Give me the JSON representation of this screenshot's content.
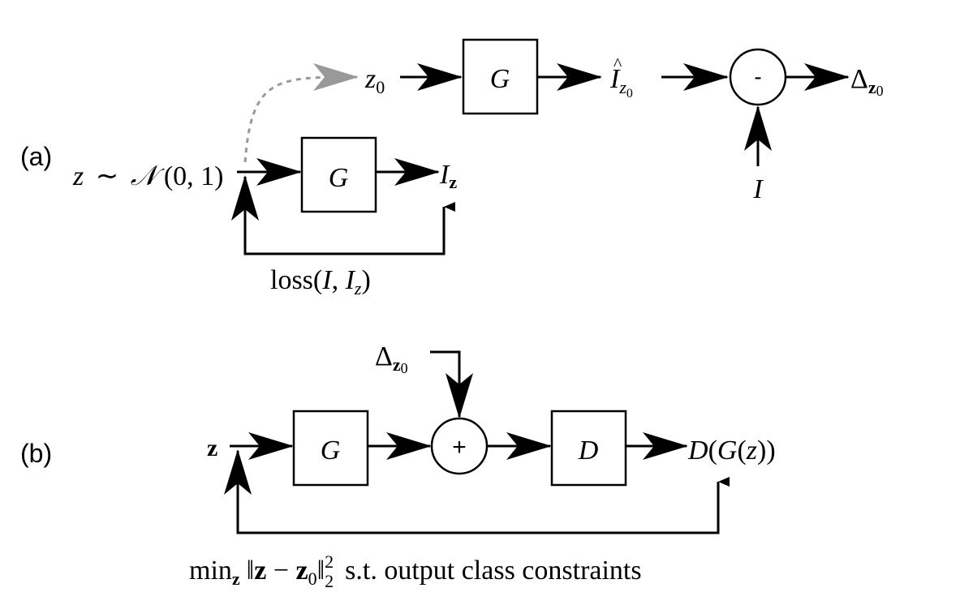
{
  "panel_a": {
    "label": "(a)",
    "latent_input": {
      "z": "z",
      "sim": "∼",
      "dist": "𝒩",
      "args": "(0, 1)"
    },
    "generator_bottom": "G",
    "output_bottom": {
      "base": "I",
      "sub": "z"
    },
    "loop_label": {
      "fn": "loss",
      "open": "(",
      "a": "I",
      "comma": ", ",
      "b": "I",
      "b_sub": "z",
      "close": ")"
    },
    "z0_node": {
      "base": "z",
      "sub": "0"
    },
    "generator_top": "G",
    "output_top": {
      "base": "I",
      "hat": "^",
      "sub": "z",
      "sub2": "0"
    },
    "subtract_op": "-",
    "subtract_input": "I",
    "delta_out": {
      "base": "Δ",
      "sub": "z",
      "sub2": "0"
    }
  },
  "panel_b": {
    "label": "(b)",
    "z_input": "z",
    "delta_in": {
      "base": "Δ",
      "sub": "z",
      "sub2": "0"
    },
    "generator": "G",
    "add_op": "+",
    "discriminator": "D",
    "output": {
      "d": "D",
      "p1": "(",
      "g": "G",
      "p2": "(",
      "z": "z",
      "p3": "))"
    },
    "loop_label": {
      "min": "min",
      "min_sub": "z",
      "norm_open": "‖",
      "z": "z",
      "minus": " − ",
      "z0": "z",
      "z0_sub": "0",
      "norm_close": "‖",
      "sup": "2",
      "sub": "2",
      "rest": "s.t. output class constraints"
    }
  },
  "colors": {
    "ink": "#000000",
    "dashed_hint": "#999999"
  }
}
